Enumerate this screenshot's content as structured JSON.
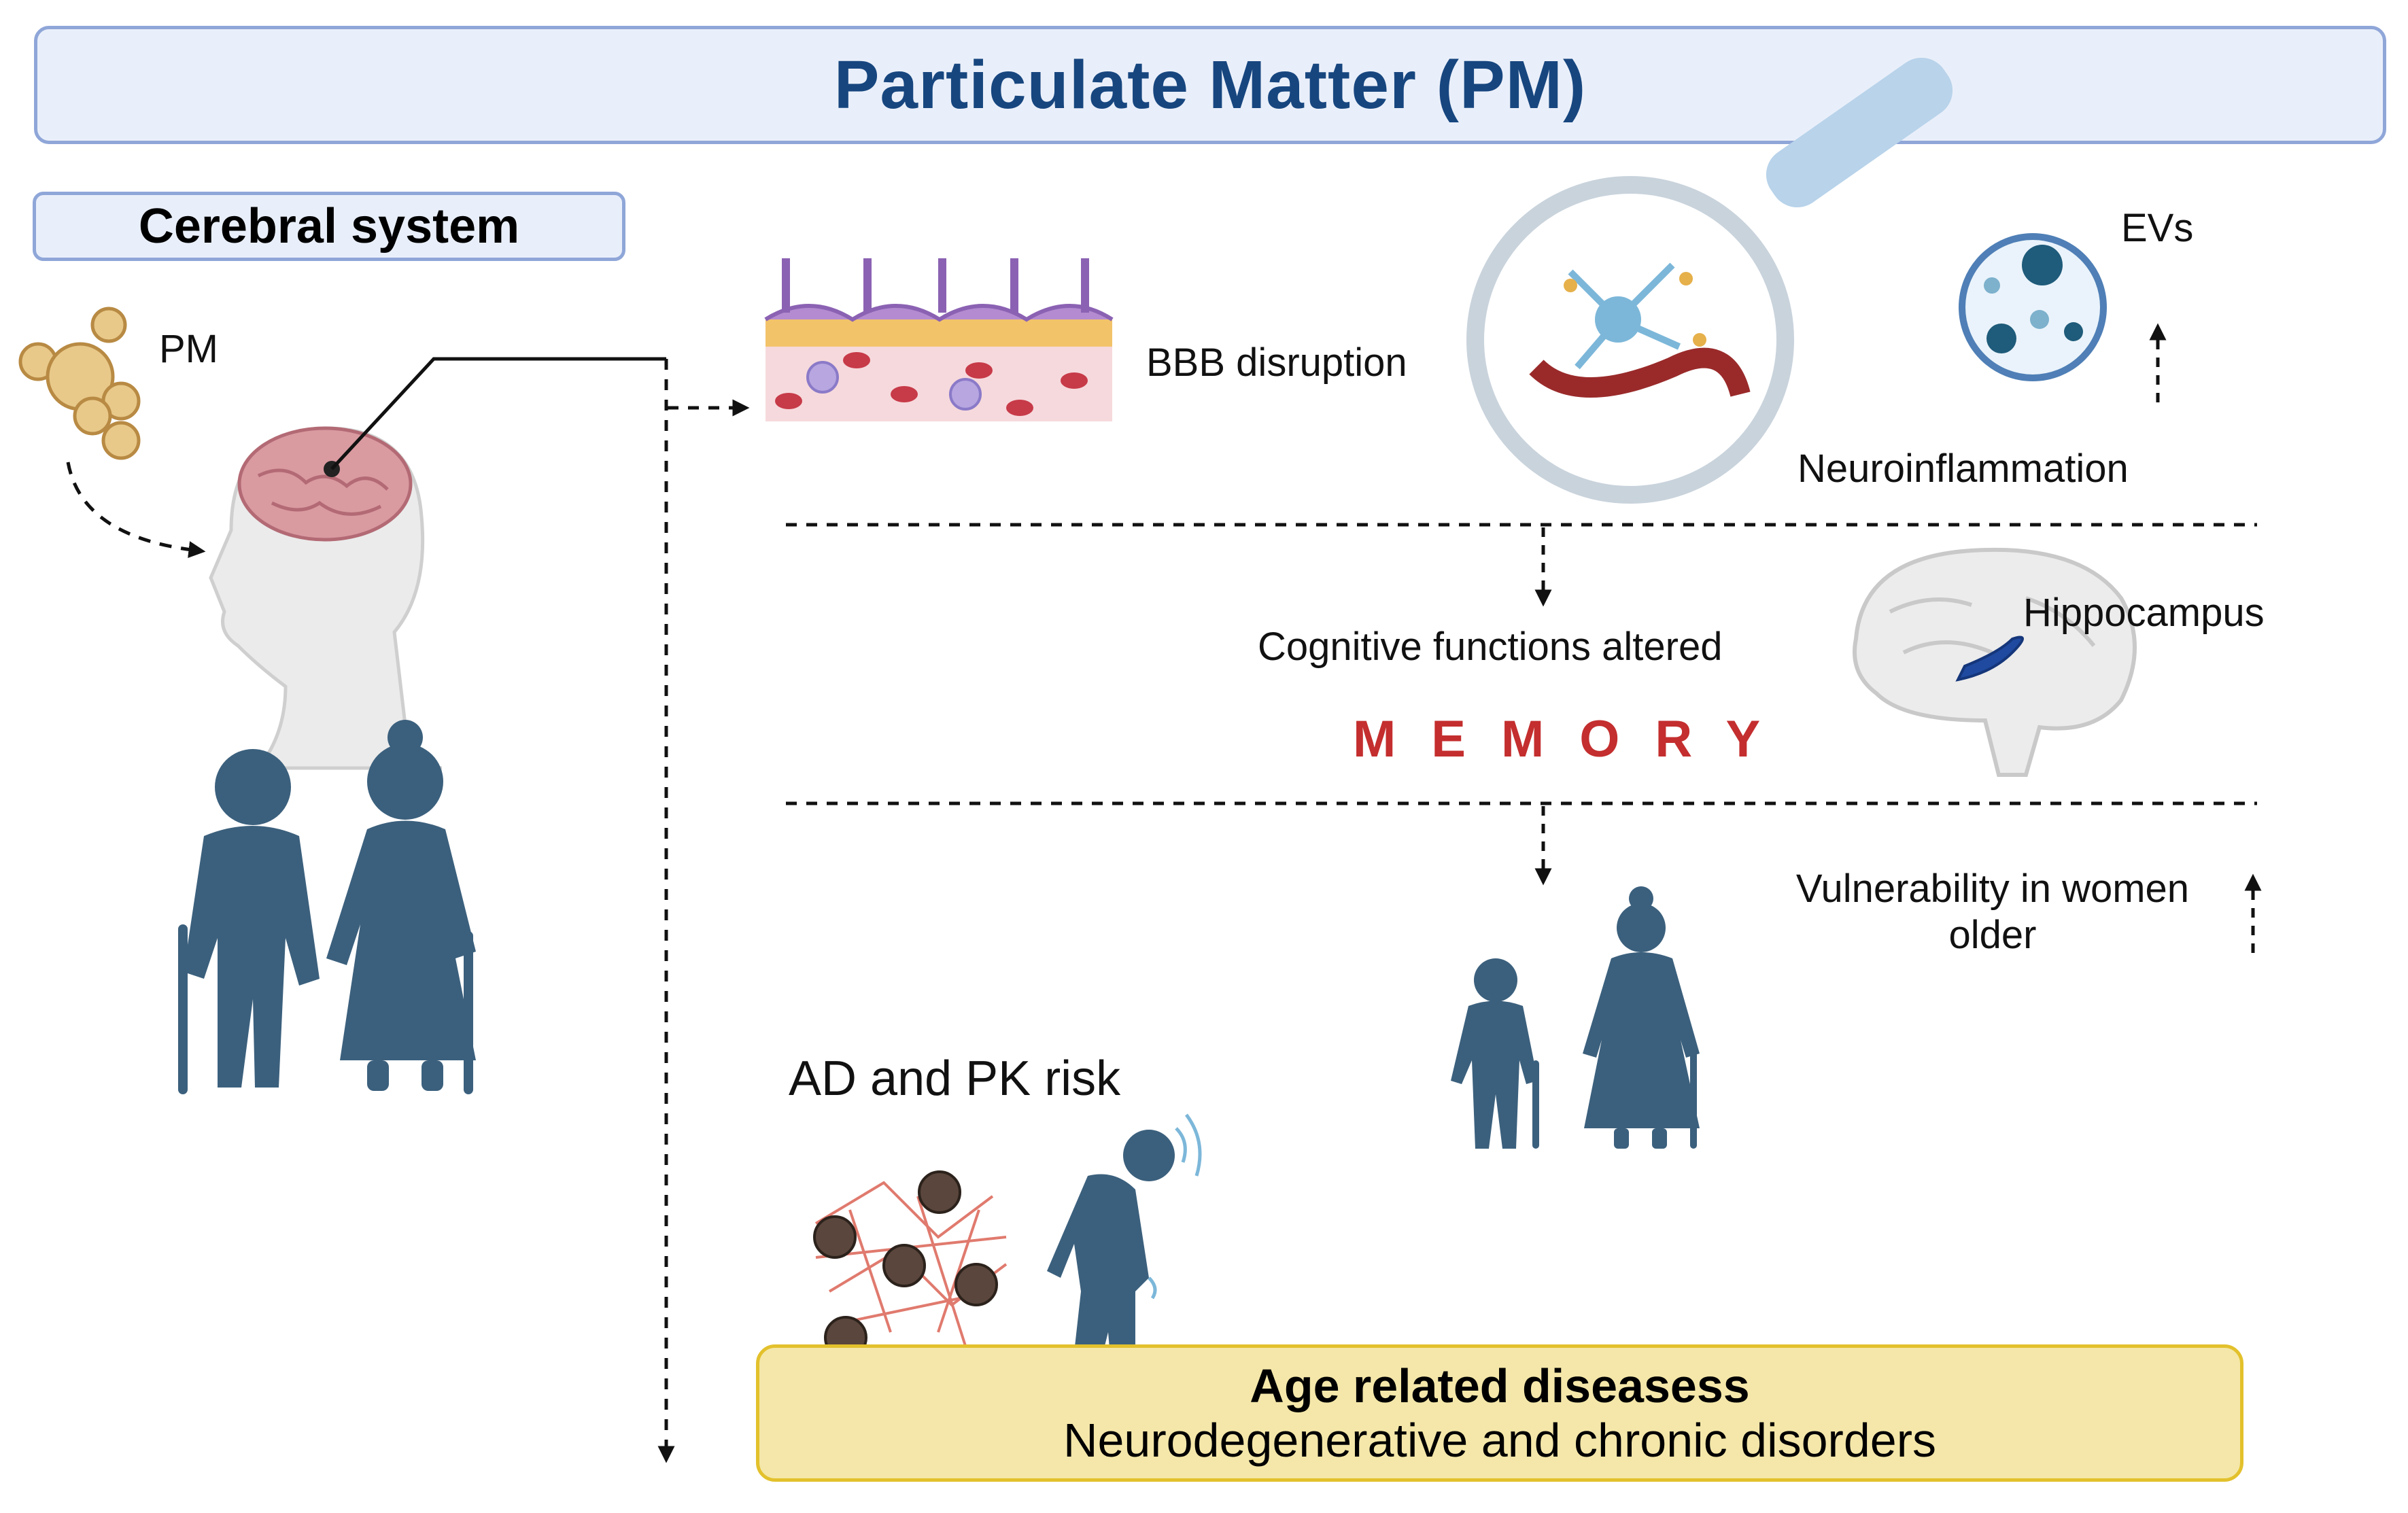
{
  "header": {
    "title": "Particulate Matter (PM)"
  },
  "section": {
    "label": "Cerebral system"
  },
  "labels": {
    "pm": "PM",
    "bbb": "BBB disruption",
    "evs": "EVs",
    "neuroinflammation": "Neuroinflammation",
    "cognitive": "Cognitive functions altered",
    "memory": "MEMORY",
    "hippocampus": "Hippocampus",
    "vulnerability_line1": "Vulnerability in women",
    "vulnerability_line2": "older",
    "ad_pk": "AD and PK risk"
  },
  "disease": {
    "title": "Age related diseasess",
    "subtitle": "Neurodegenerative and chronic disorders"
  },
  "colors": {
    "title_text": "#17467f",
    "box_border": "#8fa6d8",
    "box_fill": "#e9effa",
    "memory_text": "#c42e2e",
    "figure_fill": "#3b607d",
    "brain_fill": "#d99aa0",
    "pm_particle": "#e8c98a",
    "disease_fill": "#f4e7a9",
    "disease_border": "#e3c12c"
  },
  "icons": [
    "pm-particles-icon",
    "head-brain-icon",
    "elderly-couple-icon",
    "bbb-vessel-icon",
    "magnifier-neuron-icon",
    "ev-vesicle-icon",
    "hippocampus-brain-icon",
    "elderly-women-icon",
    "amyloid-plaques-icon",
    "parkinson-person-icon"
  ]
}
